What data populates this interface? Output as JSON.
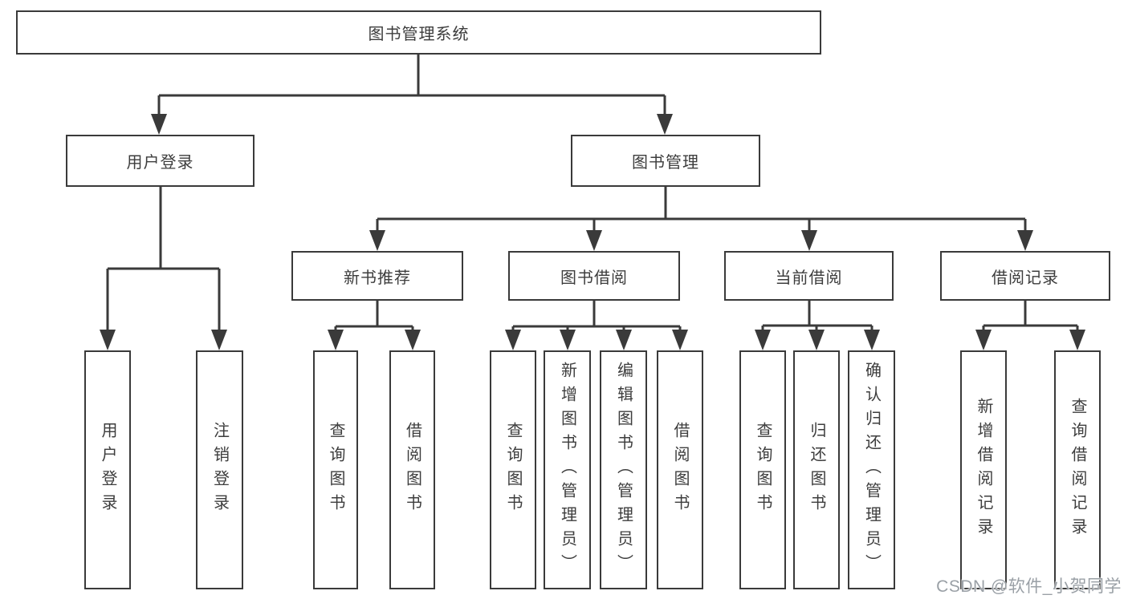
{
  "diagram": {
    "title": "图书管理系统",
    "branches": [
      {
        "label": "用户登录",
        "children": [
          "用户登录",
          "注销登录"
        ]
      },
      {
        "label": "图书管理",
        "sections": [
          {
            "label": "新书推荐",
            "children": [
              "查询图书",
              "借阅图书"
            ]
          },
          {
            "label": "图书借阅",
            "children": [
              "查询图书",
              "新增图书（管理员）",
              "编辑图书（管理员）",
              "借阅图书"
            ]
          },
          {
            "label": "当前借阅",
            "children": [
              "查询图书",
              "归还图书",
              "确认归还（管理员）"
            ]
          },
          {
            "label": "借阅记录",
            "children": [
              "新增借阅记录",
              "查询借阅记录"
            ]
          }
        ]
      }
    ]
  },
  "watermark": {
    "text": "CSDN @软件_小贺同学"
  },
  "colors": {
    "line": "#3a3a3a",
    "text": "#3d3d3d",
    "background": "#ffffff",
    "watermark": "#9aa0a6"
  }
}
